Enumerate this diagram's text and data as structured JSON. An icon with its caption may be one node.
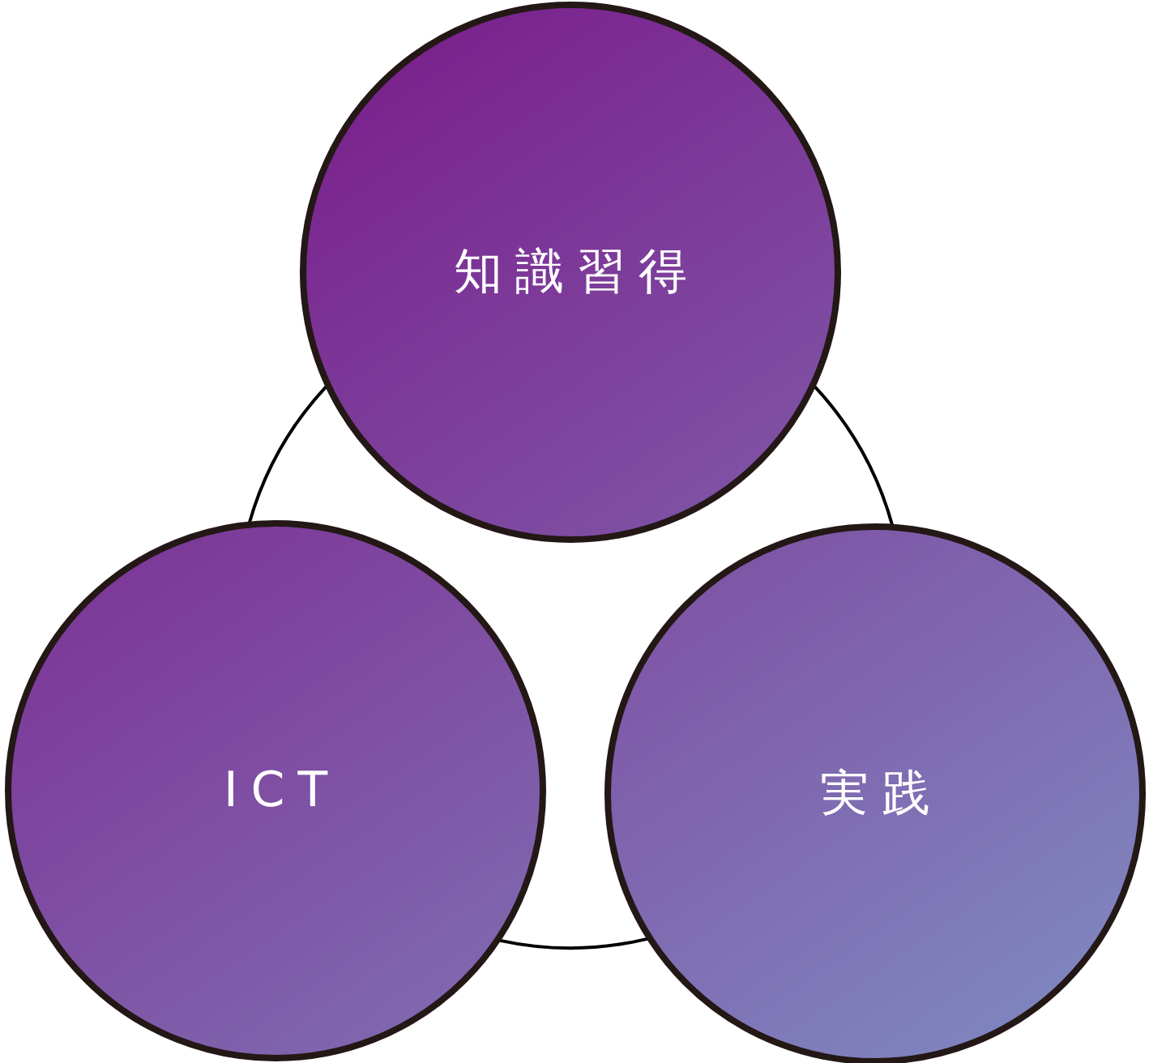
{
  "diagram": {
    "nodes": [
      {
        "text": [
          "知識習得"
        ]
      },
      {
        "text": [
          "ICT"
        ]
      },
      {
        "text": [
          "実践"
        ]
      }
    ],
    "edges": [
      {
        "from": 1,
        "to": 0,
        "arrow": "none"
      },
      {
        "from": 0,
        "to": 2,
        "arrow": "none"
      },
      {
        "from": 2,
        "to": 1,
        "arrow": "none"
      }
    ]
  }
}
